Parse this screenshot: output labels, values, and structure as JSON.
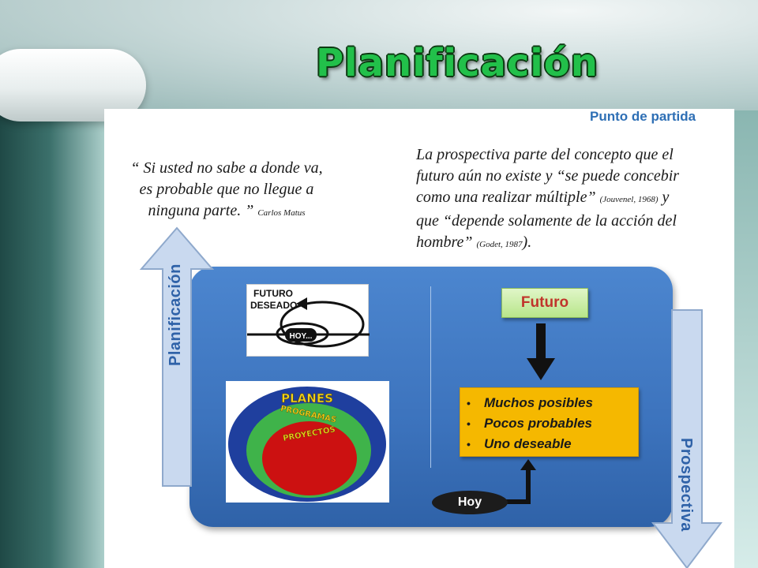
{
  "slide": {
    "title": "Planificación"
  },
  "panel": {
    "punto_de_partida": "Punto de partida",
    "quote_left": {
      "line1": "“ Si usted no sabe a donde va,",
      "line2": "es probable que no llegue a",
      "line3": "ninguna parte. ”",
      "author": "Carlos Matus"
    },
    "quote_right": {
      "line1": "La prospectiva parte del concepto que el",
      "line2": "futuro aún no existe y “se puede concebir",
      "line3a": "como una realizar múltiple”",
      "cite1": "(Jouvenel, 1968)",
      "line3b": " y",
      "line4": "que “depende solamente de la acción del",
      "line5a": "hombre”",
      "cite2": "(Godet, 1987",
      "line5b": ")."
    },
    "left_arrow_label": "Planificación",
    "right_arrow_label": "Prospectiva",
    "futuro_deseado_image": {
      "line1": "FUTURO",
      "line2": "DESEADO",
      "hoy": "HOY..."
    },
    "planes_image": {
      "outer": "PLANES",
      "middle": "PROGRAMAS",
      "inner": "PROYECTOS"
    },
    "futuro_box": "Futuro",
    "scenarios": [
      "Muchos posibles",
      "Pocos probables",
      "Uno deseable"
    ],
    "hoy_label": "Hoy"
  },
  "colors": {
    "title_green": "#22c04a",
    "box_blue": "#3c73bd",
    "arrow_fill": "#c9d9ef",
    "scenario_box": "#f5b800",
    "futuro_text": "#c0342b",
    "planes_blue": "#1f3f9e",
    "programas_green": "#3fb34a",
    "proyectos_red": "#cc1111"
  }
}
